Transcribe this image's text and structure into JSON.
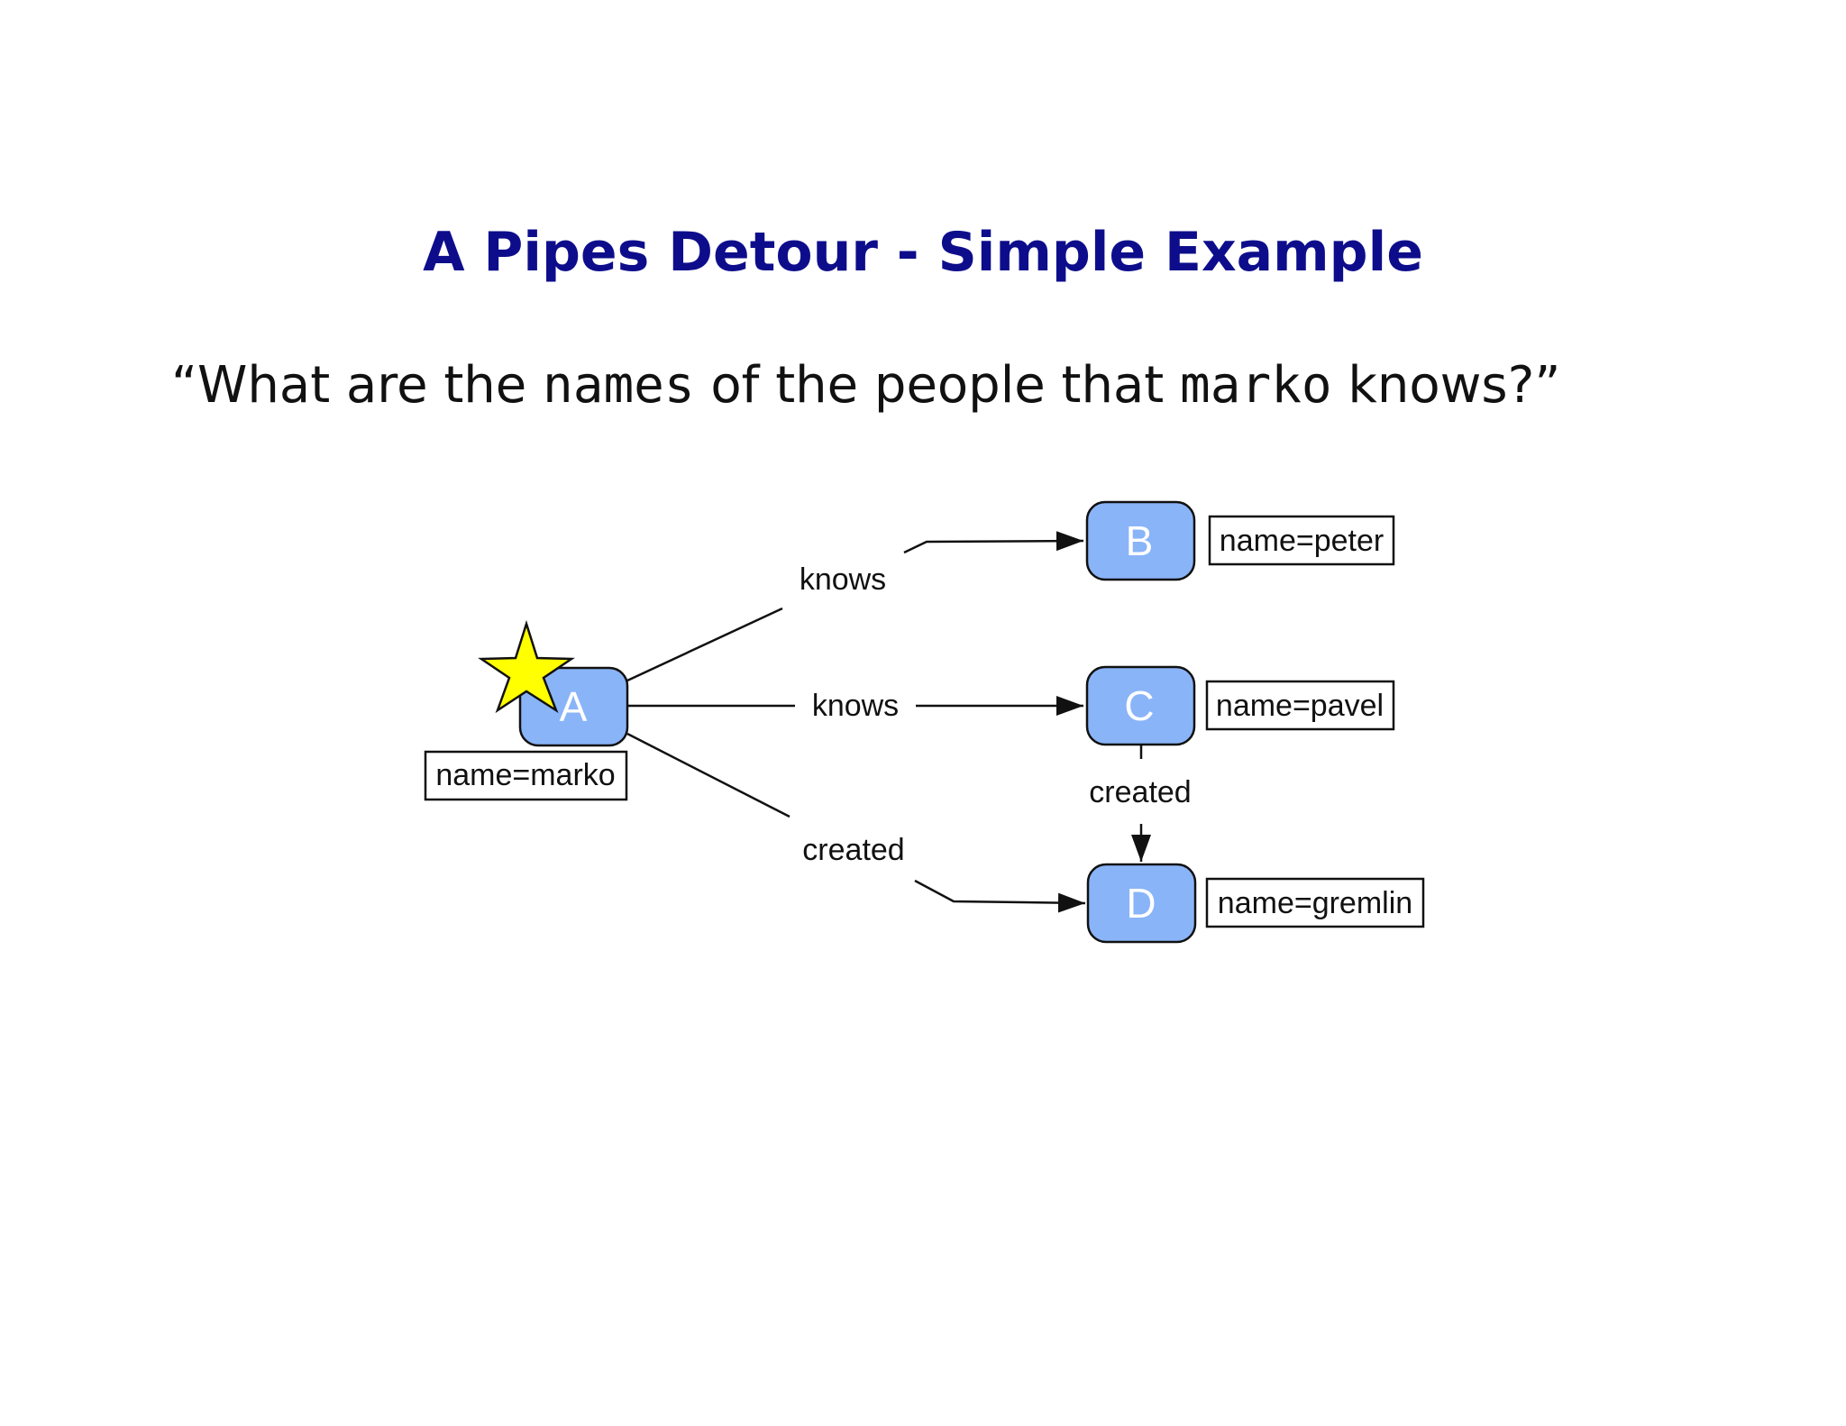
{
  "title": "A Pipes Detour - Simple Example",
  "question": {
    "open_quote": "“",
    "part1": "What are the ",
    "code1": "names",
    "part2": " of the people that ",
    "code2": "marko",
    "part3": " knows?",
    "close_quote": "”"
  },
  "diagram": {
    "nodes": {
      "a": {
        "label": "A",
        "property": "name=marko"
      },
      "b": {
        "label": "B",
        "property": "name=peter"
      },
      "c": {
        "label": "C",
        "property": "name=pavel"
      },
      "d": {
        "label": "D",
        "property": "name=gremlin"
      }
    },
    "edges": {
      "a_b": {
        "label": "knows"
      },
      "a_c": {
        "label": "knows"
      },
      "a_d": {
        "label": "created"
      },
      "c_d": {
        "label": "created"
      }
    },
    "start_marker": "star-icon",
    "colors": {
      "title": "#0d0d8c",
      "node_fill": "#8ab4f8",
      "star_fill": "#ffff00"
    }
  }
}
